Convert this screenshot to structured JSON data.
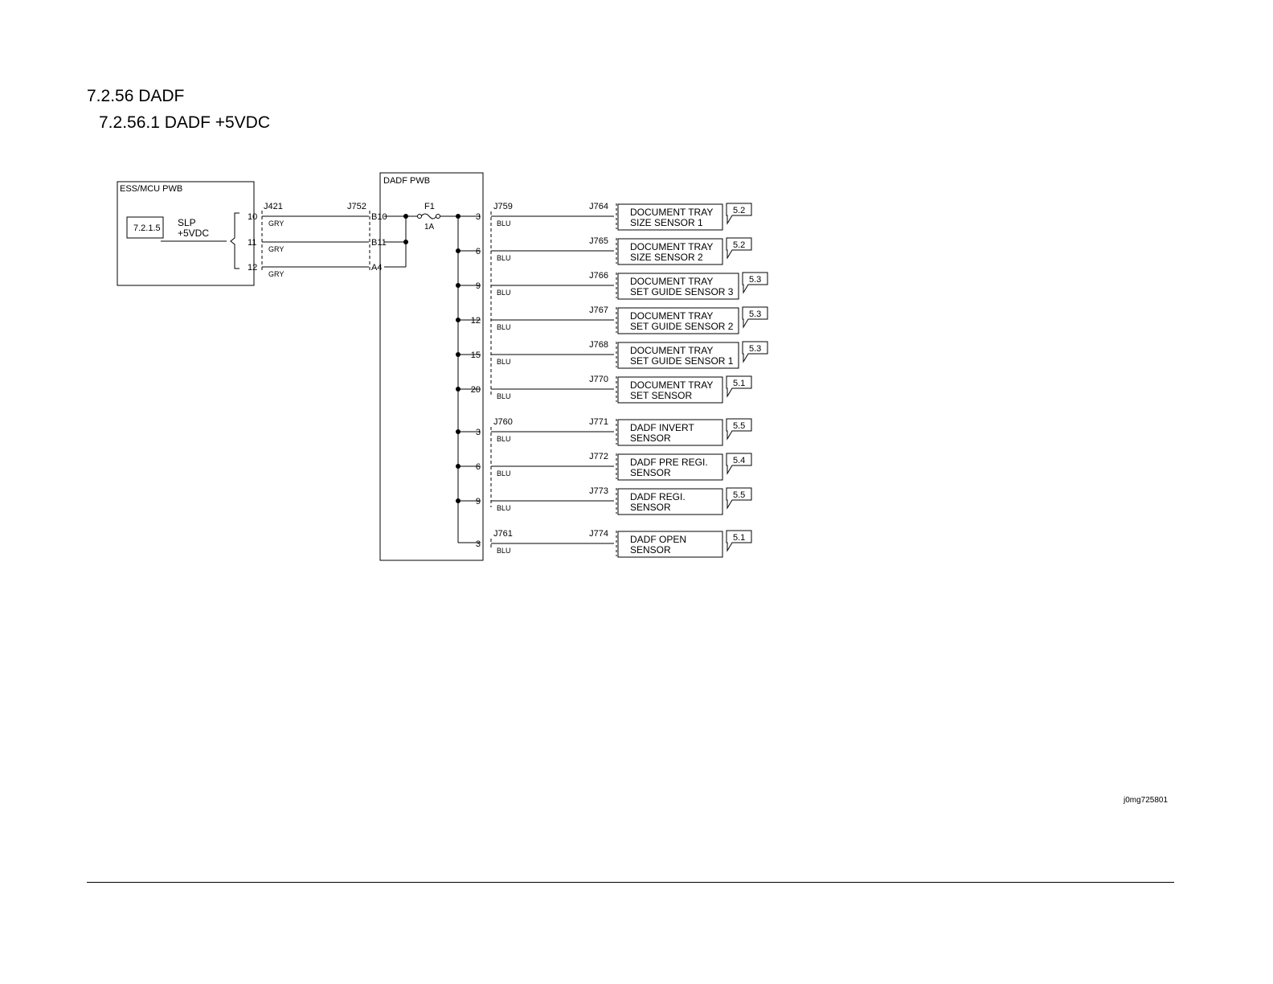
{
  "header": {
    "section_title": "7.2.56 DADF",
    "subsection_title": "7.2.56.1 DADF +5VDC"
  },
  "footer": {
    "figure_code": "j0mg725801"
  },
  "diagram": {
    "ess_board": {
      "label": "ESS/MCU PWB",
      "ref": "7.2.1.5",
      "signal_line1": "SLP",
      "signal_line2": "+5VDC"
    },
    "dadf_board": {
      "label": "DADF PWB",
      "fuse": "F1",
      "fuse_rating": "1A"
    },
    "input_connectors": {
      "left": "J421",
      "right": "J752"
    },
    "input_rows": [
      {
        "pin_left": "10",
        "wire": "GRY",
        "pin_right": "B10"
      },
      {
        "pin_left": "11",
        "wire": "GRY",
        "pin_right": "B11"
      },
      {
        "pin_left": "12",
        "wire": "GRY",
        "pin_right": "A4"
      }
    ],
    "outputs": [
      {
        "group_conn": "J759",
        "pin": "3",
        "wire": "BLU",
        "conn": "J764",
        "line1": "DOCUMENT TRAY",
        "line2": "SIZE SENSOR 1",
        "ref": "5.2"
      },
      {
        "group_conn": "",
        "pin": "6",
        "wire": "BLU",
        "conn": "J765",
        "line1": "DOCUMENT TRAY",
        "line2": "SIZE SENSOR 2",
        "ref": "5.2"
      },
      {
        "group_conn": "",
        "pin": "9",
        "wire": "BLU",
        "conn": "J766",
        "line1": "DOCUMENT TRAY",
        "line2": "SET GUIDE SENSOR 3",
        "ref": "5.3"
      },
      {
        "group_conn": "",
        "pin": "12",
        "wire": "BLU",
        "conn": "J767",
        "line1": "DOCUMENT TRAY",
        "line2": "SET GUIDE SENSOR 2",
        "ref": "5.3"
      },
      {
        "group_conn": "",
        "pin": "15",
        "wire": "BLU",
        "conn": "J768",
        "line1": "DOCUMENT TRAY",
        "line2": "SET GUIDE SENSOR 1",
        "ref": "5.3"
      },
      {
        "group_conn": "",
        "pin": "20",
        "wire": "BLU",
        "conn": "J770",
        "line1": "DOCUMENT TRAY",
        "line2": "SET SENSOR",
        "ref": "5.1"
      },
      {
        "group_conn": "J760",
        "pin": "3",
        "wire": "BLU",
        "conn": "J771",
        "line1": "DADF INVERT",
        "line2": "SENSOR",
        "ref": "5.5"
      },
      {
        "group_conn": "",
        "pin": "6",
        "wire": "BLU",
        "conn": "J772",
        "line1": "DADF PRE REGI.",
        "line2": "SENSOR",
        "ref": "5.4"
      },
      {
        "group_conn": "",
        "pin": "9",
        "wire": "BLU",
        "conn": "J773",
        "line1": "DADF REGI.",
        "line2": "SENSOR",
        "ref": "5.5"
      },
      {
        "group_conn": "J761",
        "pin": "3",
        "wire": "BLU",
        "conn": "J774",
        "line1": "DADF OPEN",
        "line2": "SENSOR",
        "ref": "5.1"
      }
    ]
  }
}
